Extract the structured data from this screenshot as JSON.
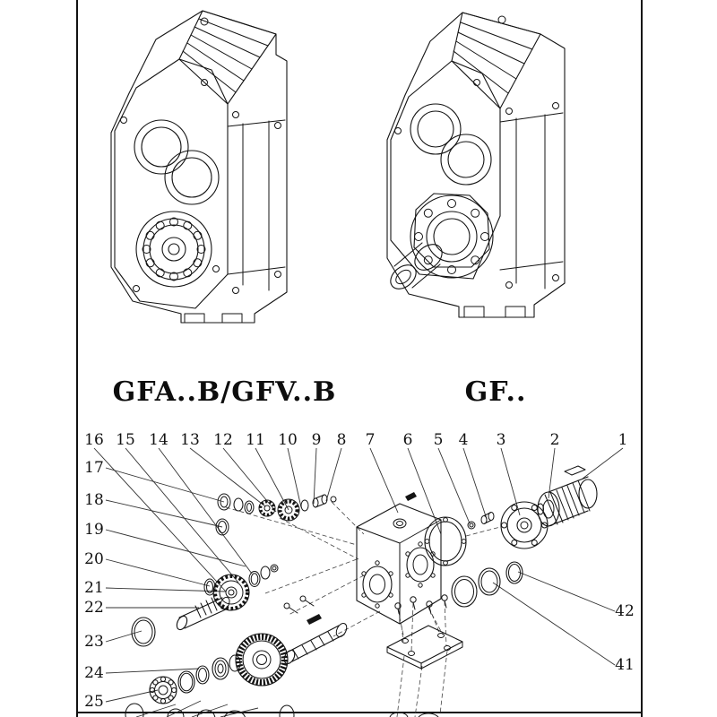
{
  "page": {
    "background": "#ffffff",
    "ink": "#141414"
  },
  "figures": {
    "left": {
      "caption": "GFA..B/GFV..B"
    },
    "right": {
      "caption": "GF.."
    }
  },
  "exploded": {
    "top_callouts": [
      "16",
      "15",
      "14",
      "13",
      "12",
      "11",
      "10",
      "9",
      "8",
      "7",
      "6",
      "5",
      "4",
      "3",
      "2",
      "1"
    ],
    "left_callouts": [
      "17",
      "18",
      "19",
      "20",
      "21",
      "22",
      "23",
      "24",
      "25"
    ],
    "right_callouts": [
      "42",
      "41"
    ]
  }
}
